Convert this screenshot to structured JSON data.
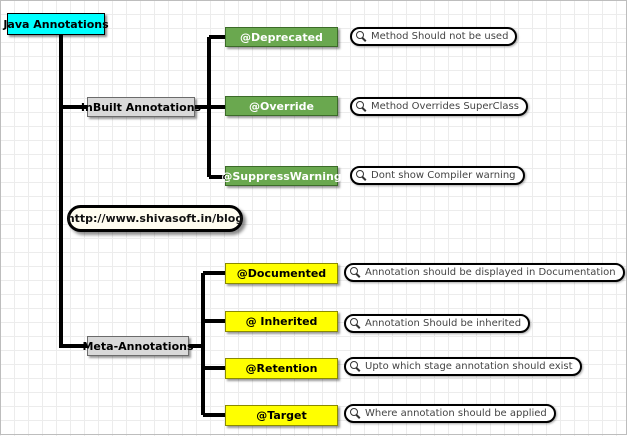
{
  "root": {
    "label": "Java Annotations"
  },
  "url": "http://www.shivasoft.in/blog",
  "branches": [
    {
      "label": "InBuilt Annotations",
      "color": "#d9d9d9",
      "leaf_color": "#6aa84f",
      "leaves": [
        {
          "label": "@Deprecated",
          "note": "Method Should not be used"
        },
        {
          "label": "@Override",
          "note": "Method Overrides SuperClass"
        },
        {
          "label": "@SuppressWarning",
          "note": "Dont show Compiler warning"
        }
      ]
    },
    {
      "label": "Meta-Annotations",
      "color": "#d9d9d9",
      "leaf_color": "#ffff00",
      "leaves": [
        {
          "label": "@Documented",
          "note": "Annotation should be displayed in Documentation"
        },
        {
          "label": "@ Inherited",
          "note": "Annotation Should be inherited"
        },
        {
          "label": "@Retention",
          "note": "Upto which stage annotation should exist"
        },
        {
          "label": "@Target",
          "note": "Where annotation should be applied"
        }
      ]
    }
  ],
  "icons": {
    "note_icon": "magnifier-icon"
  }
}
